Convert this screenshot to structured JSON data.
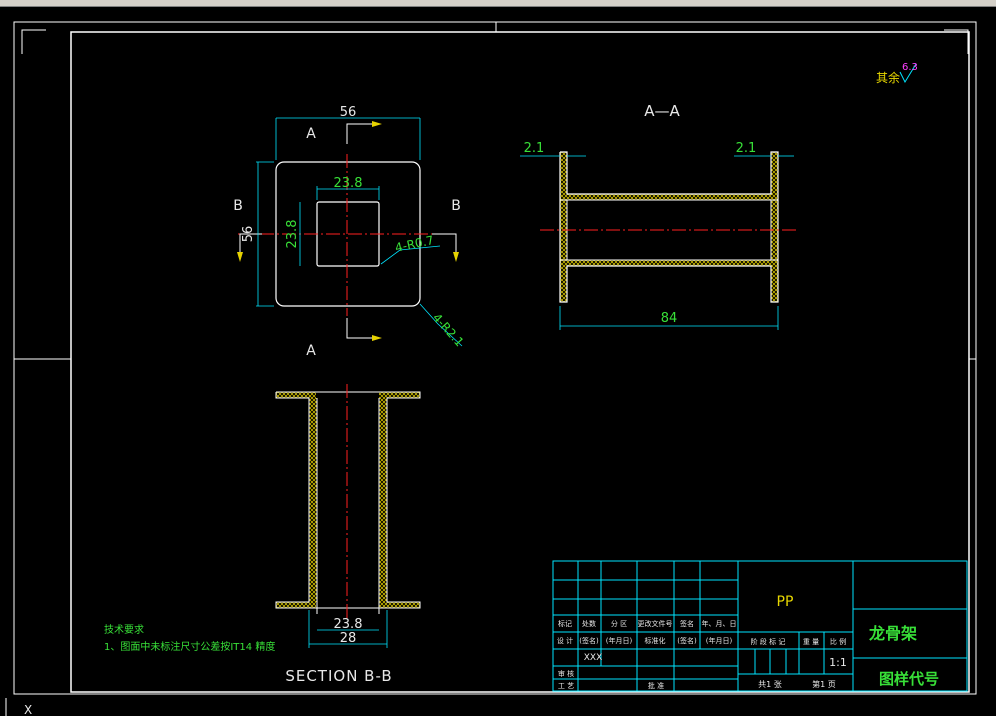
{
  "viewA": {
    "width": "56",
    "height": "56",
    "inner_width": "23.8",
    "inner_height": "23.8",
    "inner_radius": "4-R0.7",
    "outer_radius": "4-R2.1",
    "section_a": "A",
    "section_b": "B"
  },
  "viewAA": {
    "title": "A—A",
    "flange_left": "2.1",
    "flange_right": "2.1",
    "length": "84"
  },
  "viewBB": {
    "title": "SECTION B-B",
    "inner": "23.8",
    "outer": "28"
  },
  "roughness": {
    "label": "其余",
    "value": "6.3"
  },
  "notes": {
    "heading": "技术要求",
    "line1": "1、图面中未标注尺寸公差按IT14 精度"
  },
  "title_block": {
    "material": "PP",
    "part_name": "龙骨架",
    "drawing_code": "图样代号",
    "scale": "1:1",
    "designer": "XXX",
    "row_labels": [
      "标记",
      "处数",
      "分 区",
      "更改文件号",
      "签名",
      "年、月、日"
    ],
    "design_row": [
      "设 计",
      "(签名)",
      "(年月日)",
      "标准化",
      "(签名)",
      "(年月日)"
    ],
    "stage_labels": [
      "阶 段 标 记",
      "重 量",
      "比 例"
    ],
    "audit": "审 核",
    "process": "工 艺",
    "approve": "批 准",
    "sheets_total": "共1 张",
    "sheet_no": "第1 页"
  },
  "colors": {
    "background": "#000000",
    "outline": "#ffffff",
    "dimension": "#00e5ff",
    "centerline": "#ff2020",
    "hatch": "#e6d200",
    "dimension_text": "#38e038"
  }
}
